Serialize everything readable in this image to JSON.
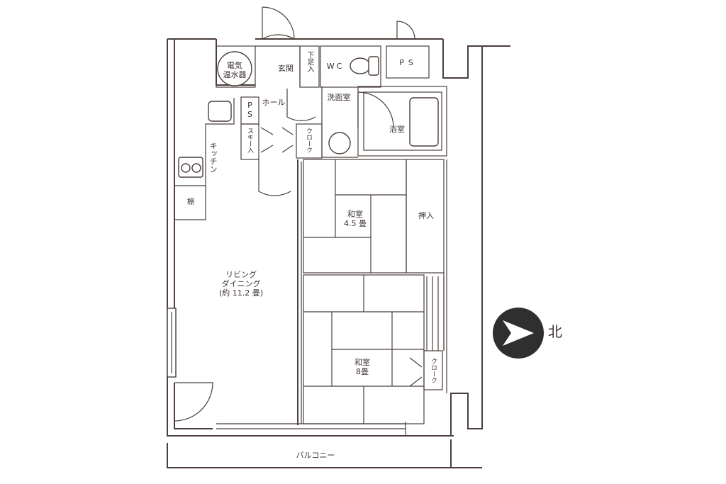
{
  "rooms": {
    "water_heater": "電気\n温水器",
    "entrance": "玄関",
    "shoe_storage": "下足入",
    "wc": "WC",
    "ps_top": "PS",
    "hall": "ホール",
    "ps_small": "PS",
    "washroom": "洗面室",
    "bath": "浴室",
    "ski_storage": "スキー入",
    "closet_top": "クローク",
    "kitchen": "キッチン",
    "shelf": "棚",
    "washitsu_small": "和室\n4.5 畳",
    "oshiire": "押入",
    "living": "リビング\nダイニング\n(約 11.2 畳)",
    "washitsu_large": "和室\n8畳",
    "closet_right": "クローク",
    "balcony": "バルコニー"
  },
  "compass": {
    "label": "北",
    "icon": "north-arrow-icon",
    "color": "#2f2f2f"
  },
  "colors": {
    "wall": "#4a3f3c",
    "text": "#3a302d"
  }
}
